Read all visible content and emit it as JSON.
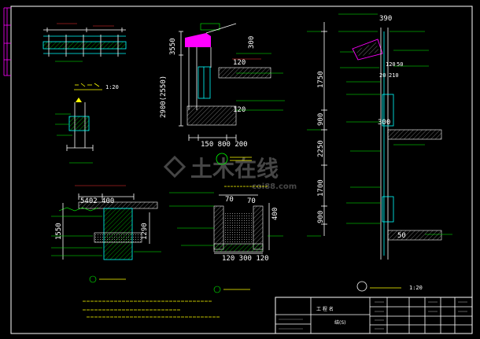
{
  "colors": {
    "background": "#000000",
    "outline": "#ffffff",
    "dimension_text": "#ffffff",
    "leader_labels": "#00ff00",
    "headings": "#ffff00",
    "accent": "#ff00ff",
    "auxiliary": "#00ffff"
  },
  "railing_detail": {
    "scale": "1:20"
  },
  "wall_section": {
    "dim_top": "3550",
    "dim_height": "2900(2550)",
    "dim_right_top": "300",
    "dim_120_a": "120",
    "dim_120_b": "120",
    "dim_bottom": "150 800 200"
  },
  "foundation_left": {
    "dim_top": "5402 400",
    "dim_left": "1550",
    "dim_right": "1290"
  },
  "foundation_mid": {
    "dim_a": "70",
    "dim_b": "70",
    "dim_right": "400",
    "dim_bottom": "120 300 120"
  },
  "elevation": {
    "dim_top": "390",
    "dim_1750": "1750",
    "dim_900_a": "900",
    "dim_2250": "2250",
    "dim_1700": "1700",
    "dim_900_b": "900",
    "dim_120": "120",
    "dim_50_a": "50",
    "dim_20": "20",
    "dim_210": "210",
    "dim_300": "300",
    "dim_50_b": "50",
    "scale": "1:20"
  },
  "title_block": {
    "project_label": "工 程 名",
    "drawing_code": "结(S)"
  },
  "watermark": {
    "text": "土木在线",
    "url": "coi88.com"
  }
}
